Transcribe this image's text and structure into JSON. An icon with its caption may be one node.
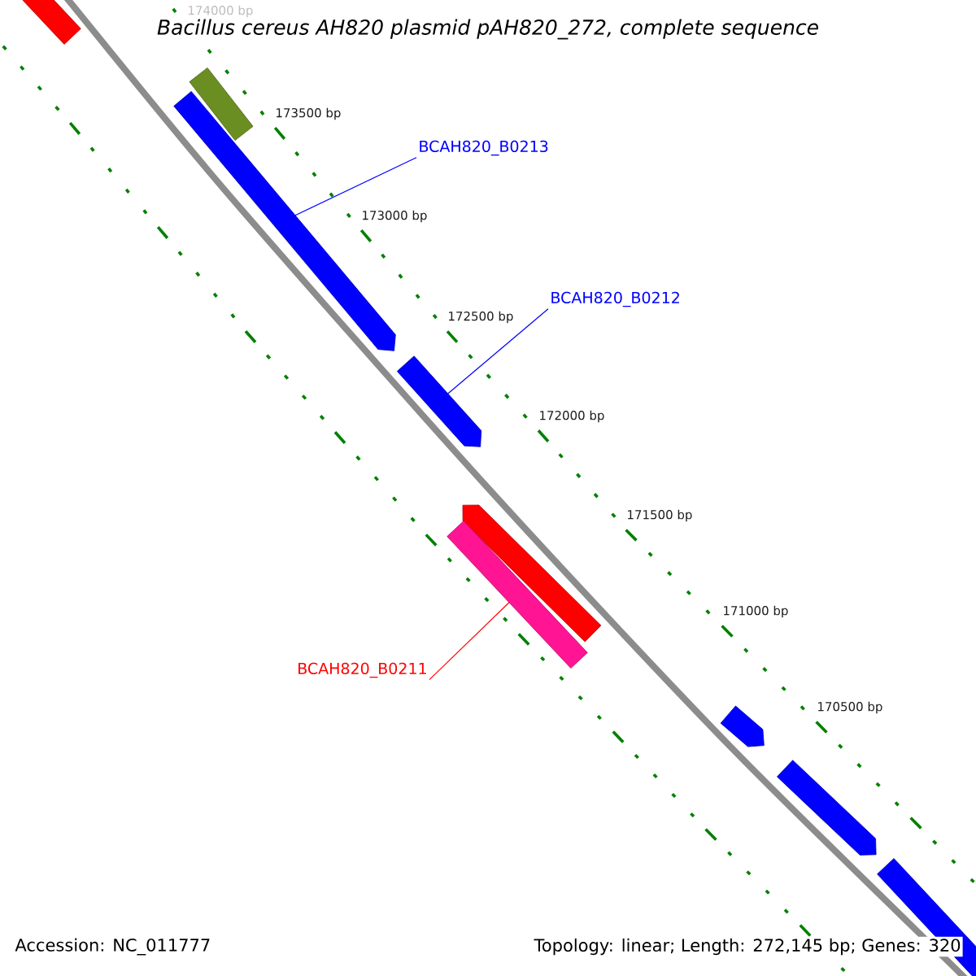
{
  "diagram": {
    "title": "Bacillus cereus AH820 plasmid pAH820_272, complete sequence",
    "nodes": [
      {
        "text": [
          "BCAH820_B0213"
        ]
      },
      {
        "text": [],
        "shape": "arrow"
      },
      {
        "text": [
          "BCAH820_B0212"
        ]
      },
      {
        "text": [],
        "shape": "arrow"
      },
      {
        "text": [
          "BCAH820_B0211"
        ]
      },
      {
        "text": [],
        "shape": "bar"
      }
    ],
    "edges": [
      {
        "from": 0,
        "to": 1,
        "arrow": "none"
      },
      {
        "from": 2,
        "to": 3,
        "arrow": "none"
      },
      {
        "from": 4,
        "to": 5,
        "arrow": "none",
        "color": "#ff0000"
      }
    ],
    "labels": [
      "174000 bp",
      "173500 bp",
      "173000 bp",
      "172500 bp",
      "172000 bp",
      "171500 bp",
      "171000 bp",
      "170500 bp",
      "Accession: NC_011777",
      "Topology: linear; Length: 272,145 bp; Genes: 320"
    ]
  }
}
